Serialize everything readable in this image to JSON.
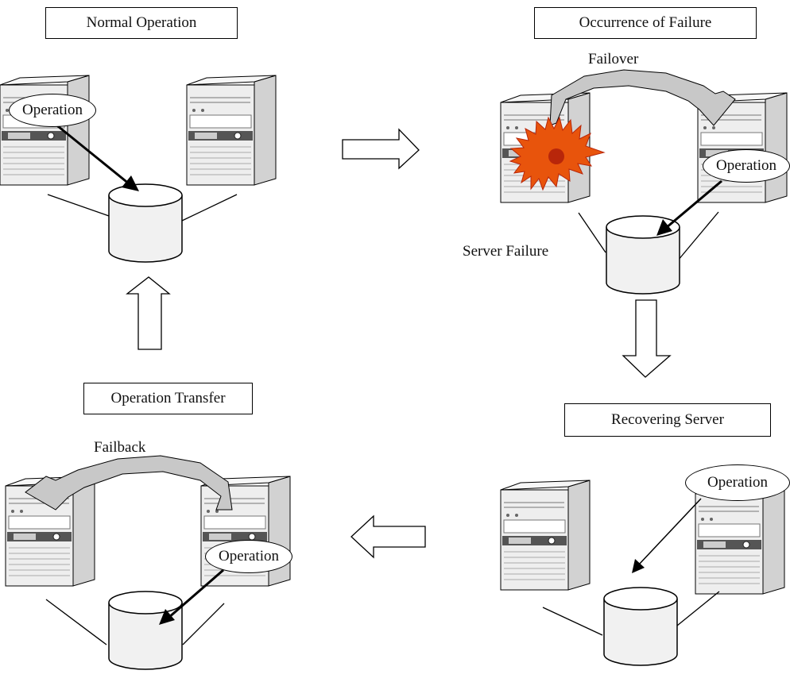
{
  "stages": {
    "normal": {
      "title": "Normal Operation",
      "operation": "Operation"
    },
    "failure": {
      "title": "Occurrence of Failure",
      "failover": "Failover",
      "server_failure": "Server Failure",
      "operation": "Operation"
    },
    "recovering": {
      "title": "Recovering Server",
      "operation": "Operation"
    },
    "transfer": {
      "title": "Operation Transfer",
      "failback": "Failback",
      "operation": "Operation"
    }
  },
  "colors": {
    "outline": "#000000",
    "server_front": "#eeeeee",
    "server_side": "#d2d2d2",
    "server_top": "#f7f7f7",
    "server_band": "#555555",
    "curved_arrow_fill": "#c8c8c8",
    "explosion_outer": "#e8540c",
    "explosion_inner": "#b8260a"
  },
  "icons": {
    "server": "tower-server-icon",
    "disk": "shared-disk-icon",
    "failure": "explosion-icon",
    "flow_arrow": "block-arrow-icon"
  }
}
